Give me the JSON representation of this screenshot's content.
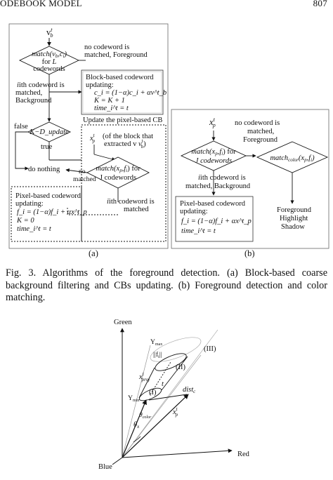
{
  "header": {
    "left": "ODEBOOK MODEL",
    "right": "807"
  },
  "fig3": {
    "a": {
      "input": "v",
      "input_sup": "t",
      "input_sub": "b",
      "match_block": [
        "match(v",
        "b",
        ",c",
        "i",
        ")",
        "for",
        "L",
        "codewords"
      ],
      "no_match": [
        "no codeword is",
        "matched, Foreground"
      ],
      "ith_matched": [
        "ith codeword is",
        "matched,",
        "Background"
      ],
      "block_update": {
        "title": [
          "Block-based codeword",
          "updating:"
        ],
        "eq1": "c_i = (1−α)c_i + αv^t_b",
        "eq2": "K = K + 1",
        "eq3": "time_i^t = t"
      },
      "decision": "K−D_update",
      "false_label": "false",
      "true_label": "true",
      "update_cb": "Update the pixel-based CB",
      "xp_of_block": [
        "(of the block that",
        "extracted v"
      ],
      "do_nothing": "do nothing",
      "no_label": [
        "no",
        "matched"
      ],
      "match_pixel": [
        "match(x",
        ",f",
        ") for",
        "J codewords"
      ],
      "ith_matched2": [
        "ith codeword is",
        "matched"
      ],
      "pixel_update": {
        "title": [
          "Pixel-based codeword",
          "updating:"
        ],
        "eq1": "f_i = (1−α)f_i + αx^t_p",
        "eq2": "K = 0",
        "eq3": "time_i^t = t"
      },
      "panel_label": "(a)"
    },
    "b": {
      "input": "x",
      "match_pixel": [
        "match(x",
        ",f",
        ") for",
        "J codewords"
      ],
      "no_match": [
        "no codeword is",
        "matched,",
        "Foreground"
      ],
      "match_color": [
        "match",
        "color",
        "(x",
        ",f",
        ")"
      ],
      "ith_matched": [
        "ith codeword is",
        "matched, Background"
      ],
      "pixel_update": {
        "title": [
          "Pixel-based codeword",
          "updating:"
        ],
        "eq1": "f_i = (1−α)f_i + αx^t_p",
        "eq2": "time_i^t = t"
      },
      "outputs": [
        "Foreground",
        "Highlight",
        "Shadow"
      ],
      "panel_label": "(b)"
    },
    "caption": "Fig. 3.  Algorithms of the foreground detection. (a) Block-based coarse background filtering and CBs updating. (b) Foreground detection and color matching."
  },
  "fig4": {
    "axes": {
      "green": "Green",
      "red": "Red",
      "blue": "Blue"
    },
    "labels": {
      "ymax": "Y_max",
      "ymin": "Y_min",
      "fi": "||f_i||",
      "xproj": "x^t_proj",
      "region1": "(I)",
      "region2": "(II)",
      "region3": "(III)",
      "theta_color": "θ_color",
      "theta": "θ",
      "dist": "dist_c",
      "xp": "x^t_p",
      "ti": "t"
    }
  }
}
